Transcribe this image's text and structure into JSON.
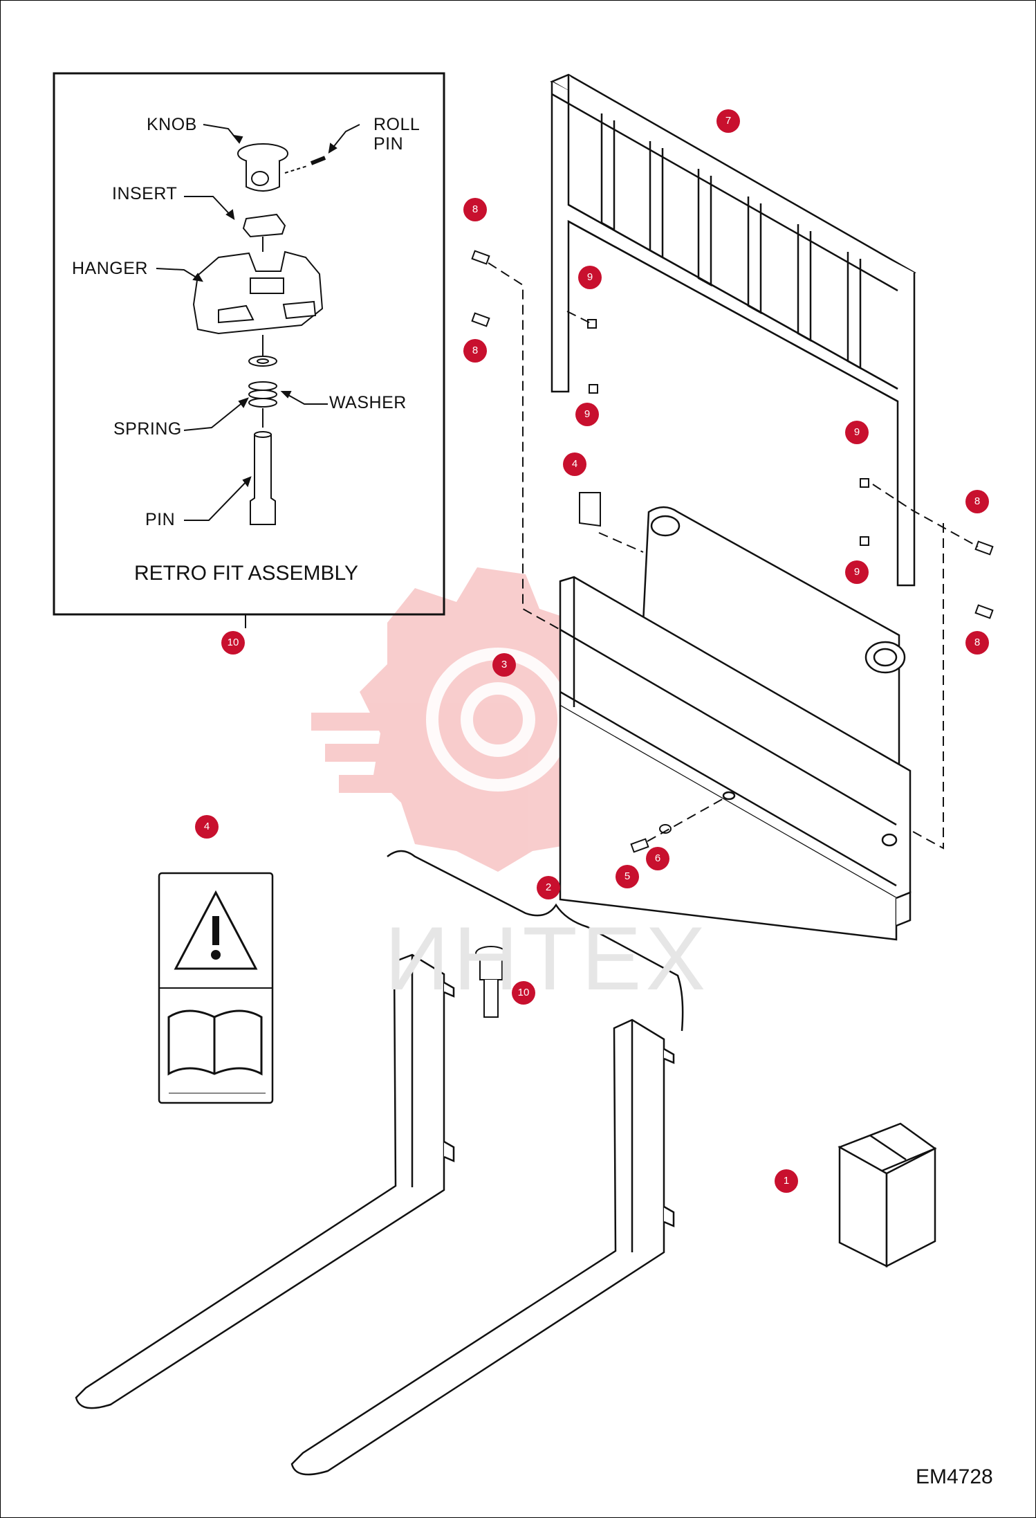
{
  "inset": {
    "labels": {
      "knob": "KNOB",
      "roll_pin": "ROLL\nPIN",
      "insert": "INSERT",
      "hanger": "HANGER",
      "washer": "WASHER",
      "spring": "SPRING",
      "pin": "PIN"
    },
    "title": "RETRO FIT ASSEMBLY"
  },
  "callouts": [
    {
      "id": "c1",
      "num": "1"
    },
    {
      "id": "c2",
      "num": "2"
    },
    {
      "id": "c3",
      "num": "3"
    },
    {
      "id": "c4a",
      "num": "4"
    },
    {
      "id": "c4b",
      "num": "4"
    },
    {
      "id": "c5",
      "num": "5"
    },
    {
      "id": "c6",
      "num": "6"
    },
    {
      "id": "c7",
      "num": "7"
    },
    {
      "id": "c8a",
      "num": "8"
    },
    {
      "id": "c8b",
      "num": "8"
    },
    {
      "id": "c8c",
      "num": "8"
    },
    {
      "id": "c8d",
      "num": "8"
    },
    {
      "id": "c9a",
      "num": "9"
    },
    {
      "id": "c9b",
      "num": "9"
    },
    {
      "id": "c9c",
      "num": "9"
    },
    {
      "id": "c9d",
      "num": "9"
    },
    {
      "id": "c10a",
      "num": "10"
    },
    {
      "id": "c10b",
      "num": "10"
    }
  ],
  "watermark": "ИНТЕХ",
  "doc_id": "EM4728",
  "colors": {
    "callout": "#c8102e",
    "watermark": "#f4b3b3",
    "line": "#111111"
  }
}
